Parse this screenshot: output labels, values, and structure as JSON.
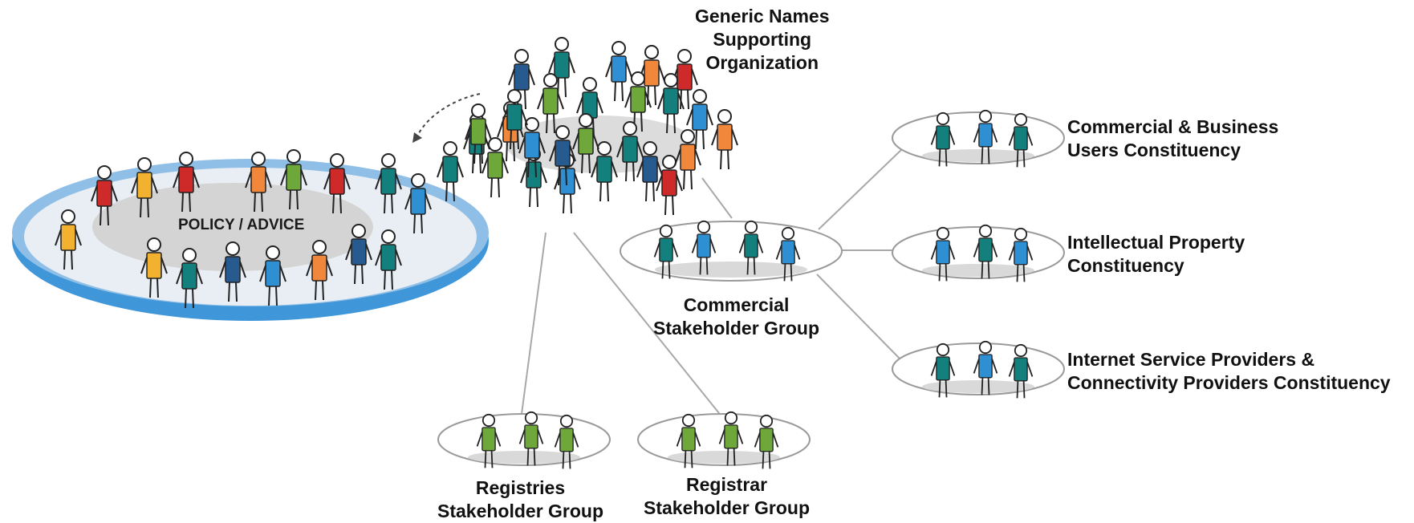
{
  "labels": {
    "gnso": [
      "Generic Names",
      "Supporting",
      "Organization"
    ],
    "policy": "POLICY / ADVICE",
    "csg": [
      "Commercial",
      "Stakeholder Group"
    ],
    "bc": [
      "Commercial & Business",
      "Users Constituency"
    ],
    "ipc": [
      "Intellectual Property",
      "Constituency"
    ],
    "ispcp": [
      "Internet Service Providers &",
      "Connectivity Providers Constituency"
    ],
    "rysg": [
      "Registries",
      "Stakeholder Group"
    ],
    "rrsg": [
      "Registrar",
      "Stakeholder Group"
    ]
  },
  "colors": {
    "teal": "#13807e",
    "blue": "#2f8fd3",
    "green": "#6ea83a",
    "orange": "#f0873b",
    "yellow": "#f2b230",
    "red": "#cf2a2a",
    "navy": "#275b8f",
    "ring": "#3f96d8",
    "table": "#d9d9d9"
  }
}
